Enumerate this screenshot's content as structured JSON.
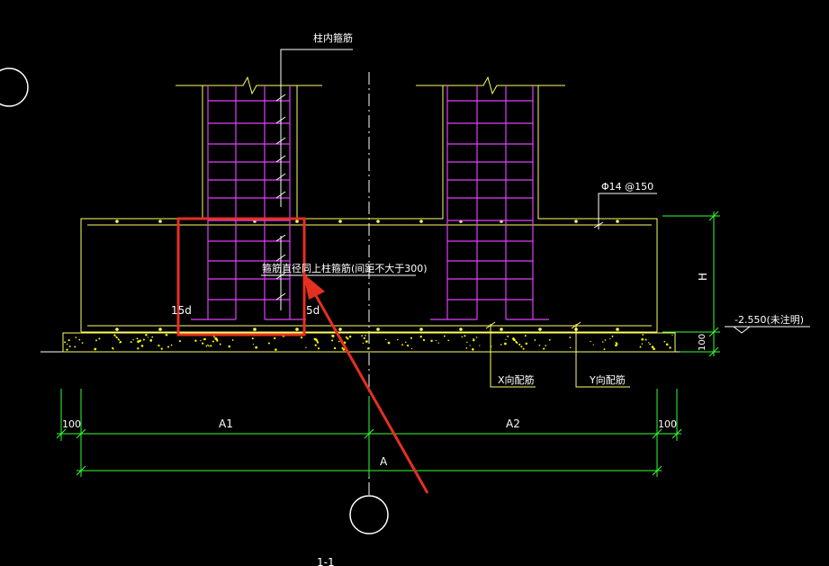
{
  "colors": {
    "background": "#000000",
    "outline": "#ffff66",
    "rebar": "#e040fb",
    "dimension": "#33ff33",
    "text": "#ffffff",
    "highlight_box": "#e53020",
    "arrow": "#e53020",
    "axis": "#ffffff",
    "concrete_dots": "#ffff00"
  },
  "labels": {
    "column_stirrup": "柱内箍筋",
    "bar_spec": "Φ14 @150",
    "stirrup_note": "箍筋直径同上柱箍筋(间距不大于300)",
    "left_anchor": "15d",
    "right_anchor": "5d",
    "height_dim": "H",
    "elevation": "-2.550(未注明)",
    "bedding_dim": "100",
    "x_bars": "X向配筋",
    "y_bars": "Y向配筋",
    "dim_left_edge": "100",
    "dim_a1": "A1",
    "dim_a2": "A2",
    "dim_right_edge": "100",
    "dim_total": "A",
    "section_mark": "1-1"
  }
}
